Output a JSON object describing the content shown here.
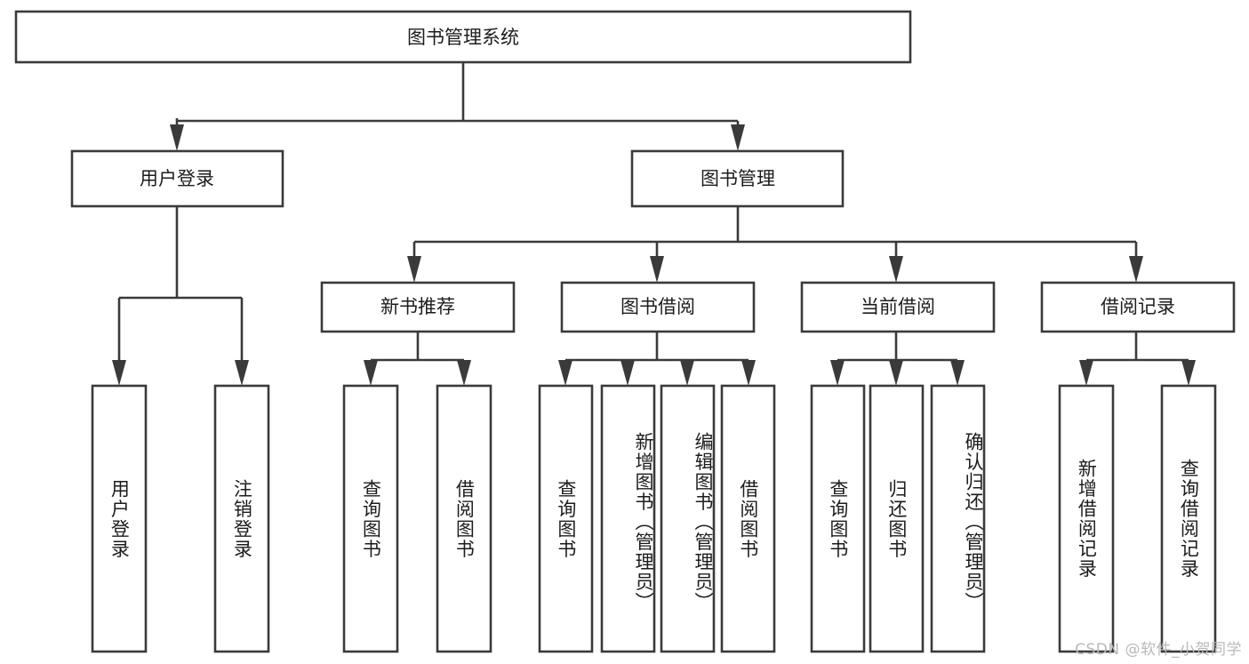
{
  "diagram": {
    "title": "图书管理系统",
    "type": "tree",
    "orientation": "top-down",
    "colors": {
      "box_stroke": "#3a3a3a",
      "box_fill": "#ffffff",
      "text": "#1c1c1c",
      "background": "#ffffff",
      "watermark": "#b9b9b9"
    },
    "levels": {
      "root": "图书管理系统",
      "level2": [
        "用户登录",
        "图书管理"
      ],
      "level3": [
        "新书推荐",
        "图书借阅",
        "当前借阅",
        "借阅记录"
      ]
    },
    "nodes": {
      "root": {
        "label": "图书管理系统"
      },
      "user_login": {
        "label": "用户登录"
      },
      "book_manage": {
        "label": "图书管理"
      },
      "new_book_rec": {
        "label": "新书推荐"
      },
      "book_borrow": {
        "label": "图书借阅"
      },
      "current_borrow": {
        "label": "当前借阅"
      },
      "borrow_record": {
        "label": "借阅记录"
      }
    },
    "leaves": {
      "user_login_children": [
        {
          "label": "用户登录"
        },
        {
          "label": "注销登录"
        }
      ],
      "new_book_rec_children": [
        {
          "label": "查询图书"
        },
        {
          "label": "借阅图书"
        }
      ],
      "book_borrow_children": [
        {
          "label": "查询图书"
        },
        {
          "label": "新增图书（管理员）"
        },
        {
          "label": "编辑图书（管理员）"
        },
        {
          "label": "借阅图书"
        }
      ],
      "current_borrow_children": [
        {
          "label": "查询图书"
        },
        {
          "label": "归还图书"
        },
        {
          "label": "确认归还（管理员）"
        }
      ],
      "borrow_record_children": [
        {
          "label": "新增借阅记录"
        },
        {
          "label": "查询借阅记录"
        }
      ]
    },
    "watermark": "CSDN @软件_小贺同学"
  }
}
